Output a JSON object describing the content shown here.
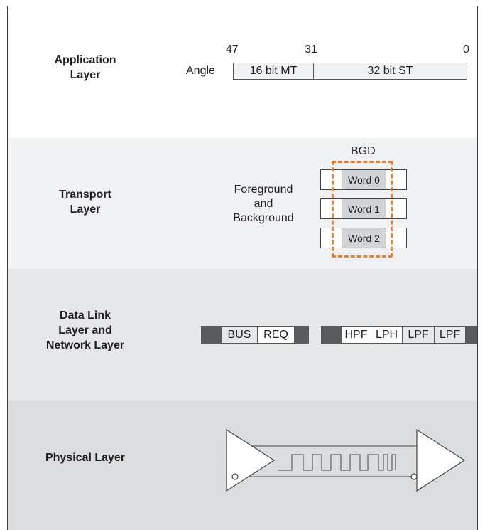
{
  "layers": {
    "application": "Application\nLayer",
    "transport": "Transport\nLayer",
    "datalink": "Data Link\nLayer and\nNetwork Layer",
    "physical": "Physical Layer"
  },
  "application": {
    "bit_47": "47",
    "bit_31": "31",
    "bit_0": "0",
    "angle_label": "Angle",
    "mt_field": "16 bit MT",
    "st_field": "32 bit ST"
  },
  "transport": {
    "fg_bg_label": "Foreground\nand\nBackground",
    "bgd_label": "BGD",
    "words": [
      "Word 0",
      "Word 1",
      "Word 2"
    ],
    "highlight_color": "#f07d2a"
  },
  "datalink": {
    "packet1": [
      "BUS",
      "REQ"
    ],
    "packet2": [
      "HPF",
      "LPH",
      "LPF",
      "LPF"
    ]
  },
  "colors": {
    "app_band": "#ffffff",
    "transport_band": "#f0f1f2",
    "datalink_band": "#e6e7e8",
    "physical_band": "#dcddde",
    "dashed_highlight": "#f07d2a"
  }
}
